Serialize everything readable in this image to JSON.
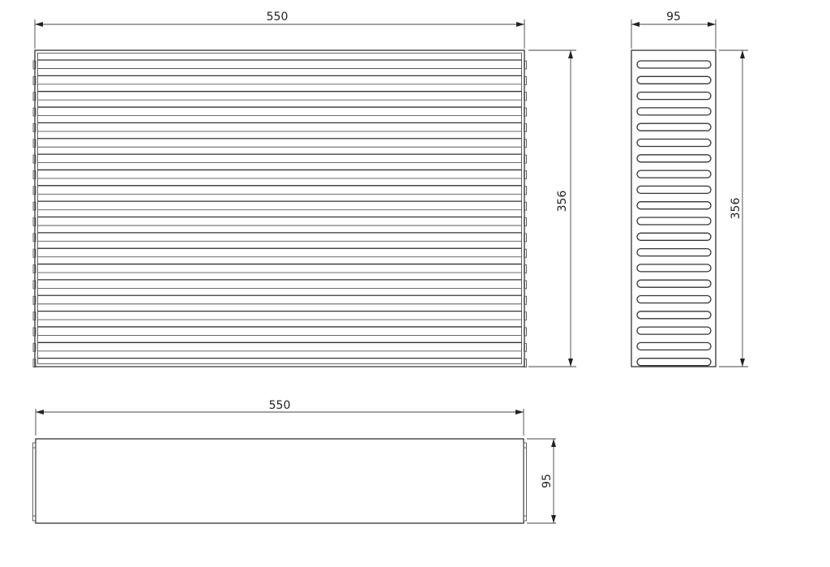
{
  "front_view": {
    "width_label": "550",
    "height_label": "356",
    "slat_count": 20
  },
  "side_view": {
    "width_label": "95",
    "height_label": "356",
    "slot_count": 20
  },
  "top_view": {
    "width_label": "550",
    "height_label": "95"
  }
}
